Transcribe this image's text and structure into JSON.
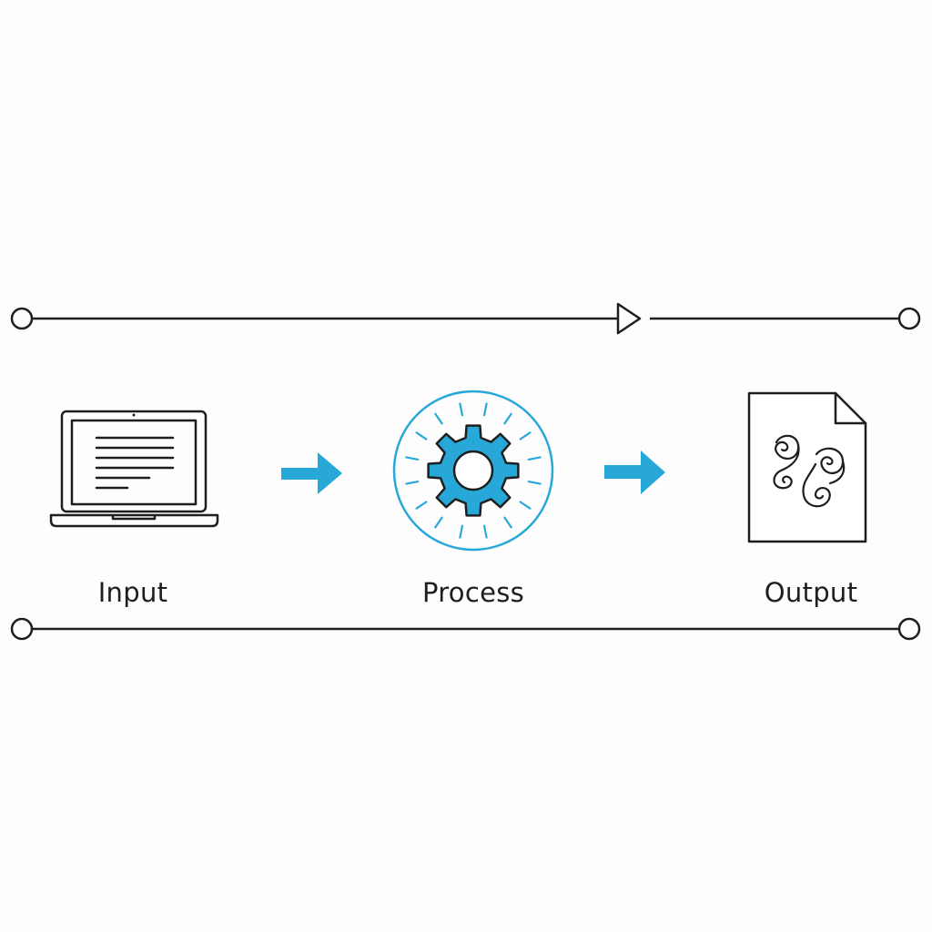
{
  "steps": [
    {
      "label": "Input",
      "icon": "laptop-icon"
    },
    {
      "label": "Process",
      "icon": "gear-icon"
    },
    {
      "label": "Output",
      "icon": "document-icon"
    }
  ],
  "colors": {
    "accent": "#27a8d8",
    "stroke": "#1e1e1e",
    "background": "#fdfdfd"
  }
}
